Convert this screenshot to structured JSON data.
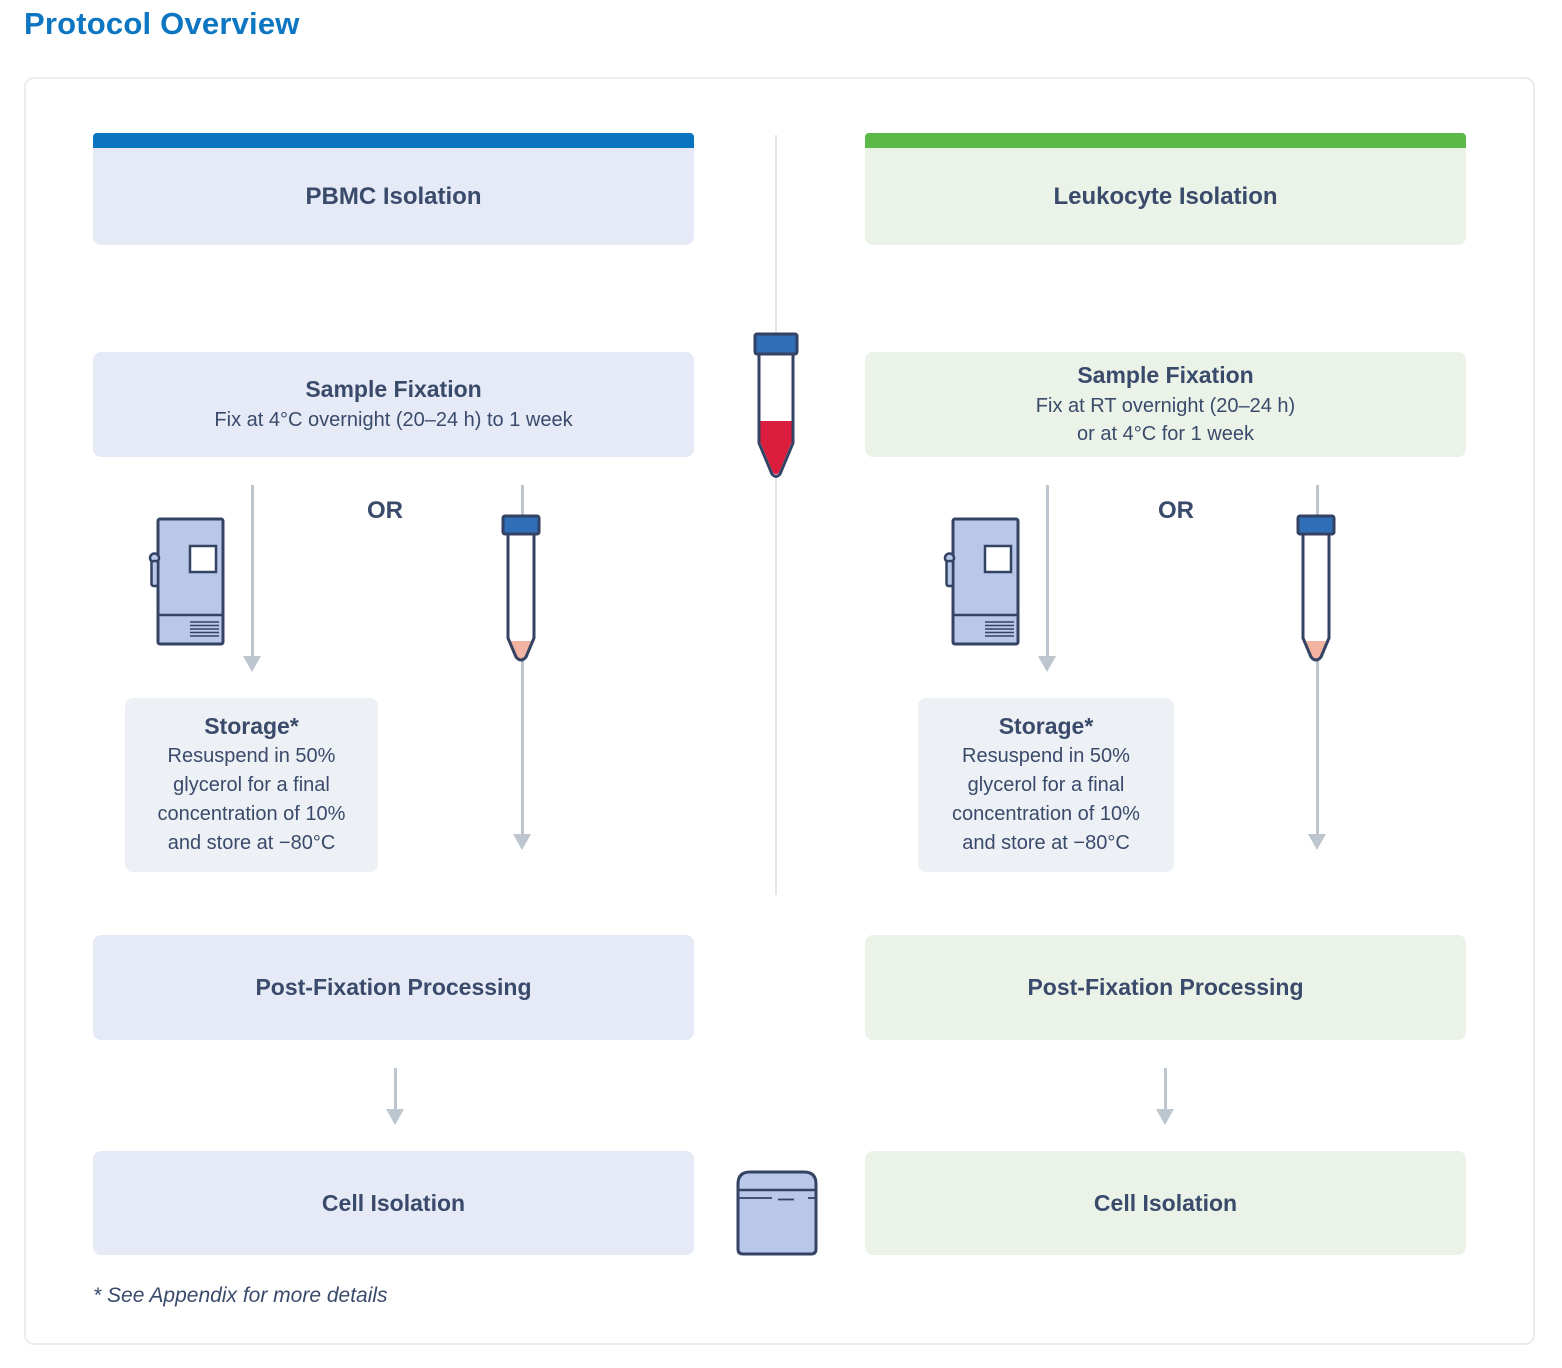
{
  "page": {
    "title": "Protocol Overview",
    "footnote": "* See Appendix for more details"
  },
  "colors": {
    "title_blue": "#0d76c2",
    "pbmc_accent": "#0b74c0",
    "pbmc_tint": "#e5eaf6",
    "leukocyte_accent": "#5bb947",
    "leukocyte_tint": "#ebf3e8",
    "storage_tint": "#edf0f4",
    "text_navy": "#3a4a6b",
    "icon_fill": "#b9c7e8",
    "icon_outline": "#344263",
    "tube_cap_blue": "#2e6fb7",
    "blood_red": "#dc1e3e",
    "pellet_peach": "#f3b3a2",
    "arrow_gray": "#bdc6ce"
  },
  "icons": {
    "center_tube": "conical-tube-icon",
    "freezer": "ultra-low-freezer-icon",
    "branch_tube": "conical-tube-icon",
    "container": "specimen-container-icon"
  },
  "columns": [
    {
      "header": "PBMC Isolation",
      "fixation": {
        "title": "Sample Fixation",
        "subtitle": "Fix at 4°C overnight (20–24 h) to 1 week"
      },
      "or_label": "OR",
      "storage": {
        "title": "Storage*",
        "body": "Resuspend in 50%\nglycerol for a final\nconcentration of 10%\nand store at −80°C"
      },
      "post_fixation": "Post-Fixation Processing",
      "cell_isolation": "Cell Isolation"
    },
    {
      "header": "Leukocyte Isolation",
      "fixation": {
        "title": "Sample Fixation",
        "subtitle": "Fix at RT overnight (20–24 h)\nor at 4°C for 1 week"
      },
      "or_label": "OR",
      "storage": {
        "title": "Storage*",
        "body": "Resuspend in 50%\nglycerol for a final\nconcentration of 10%\nand store at −80°C"
      },
      "post_fixation": "Post-Fixation Processing",
      "cell_isolation": "Cell Isolation"
    }
  ]
}
